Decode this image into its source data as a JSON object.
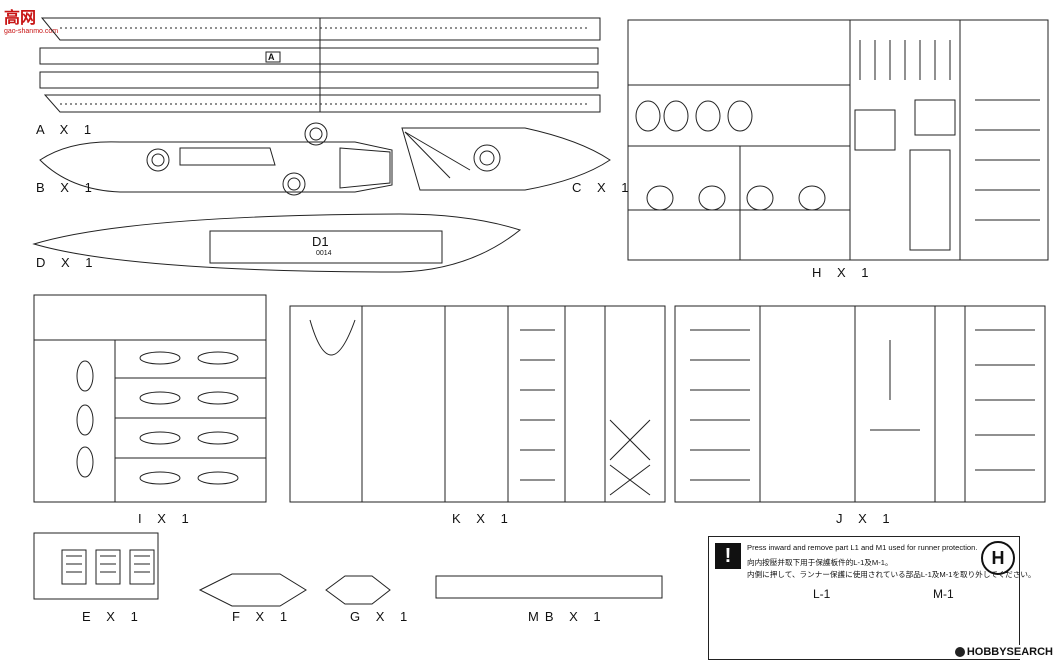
{
  "watermark": {
    "main": "高网",
    "sub": "gao-shanmo.com"
  },
  "sprues": [
    {
      "id": "A",
      "label": "A X 1"
    },
    {
      "id": "B",
      "label": "B X 1"
    },
    {
      "id": "C",
      "label": "C X 1"
    },
    {
      "id": "D",
      "label": "D X 1"
    },
    {
      "id": "H",
      "label": "H X 1"
    },
    {
      "id": "I",
      "label": "I X 1"
    },
    {
      "id": "K",
      "label": "K X 1"
    },
    {
      "id": "J",
      "label": "J X 1"
    },
    {
      "id": "E",
      "label": "E X 1"
    },
    {
      "id": "F",
      "label": "F X 1"
    },
    {
      "id": "G",
      "label": "G X 1"
    },
    {
      "id": "MB",
      "label": "MB X 1"
    }
  ],
  "parts": {
    "d1": "D1",
    "d1_code": "0014",
    "a_mark": "A"
  },
  "note": {
    "line_en": "Press inward and remove part L1 and M1 used for runner protection.",
    "line_zh": "向内按壓并取下用于保護板件的L-1及M-1。",
    "line_ja": "内側に押して、ランナー保護に使用されている部品L-1及M-1を取り外してください。",
    "symbol": "H",
    "part_l": "L-1",
    "part_m": "M-1"
  },
  "footer_logo": "HOBBYSEARCH"
}
